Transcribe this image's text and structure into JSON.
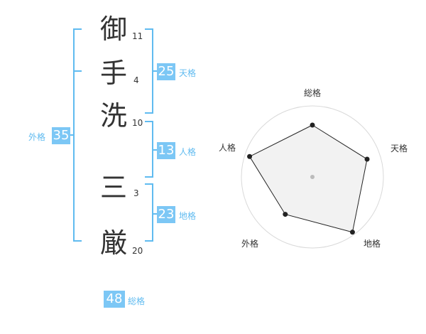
{
  "name": {
    "chars": [
      {
        "char": "御",
        "strokes": "11"
      },
      {
        "char": "手",
        "strokes": "4"
      },
      {
        "char": "洗",
        "strokes": "10"
      },
      {
        "char": "三",
        "strokes": "3"
      },
      {
        "char": "厳",
        "strokes": "20"
      }
    ]
  },
  "fortunes": {
    "tenkaku": {
      "value": "25",
      "label": "天格"
    },
    "jinkaku": {
      "value": "13",
      "label": "人格"
    },
    "chikaku": {
      "value": "23",
      "label": "地格"
    },
    "gaikaku": {
      "value": "35",
      "label": "外格"
    },
    "soukaku": {
      "value": "48",
      "label": "総格"
    }
  },
  "colors": {
    "accent": "#7cc7f5",
    "bracket": "#60bbf0",
    "text": "#333333"
  },
  "chart_data": {
    "type": "radar",
    "axes": [
      "総格",
      "天格",
      "地格",
      "外格",
      "人格"
    ],
    "values": [
      0.73,
      0.81,
      0.96,
      0.65,
      0.93
    ],
    "rings": 4
  }
}
